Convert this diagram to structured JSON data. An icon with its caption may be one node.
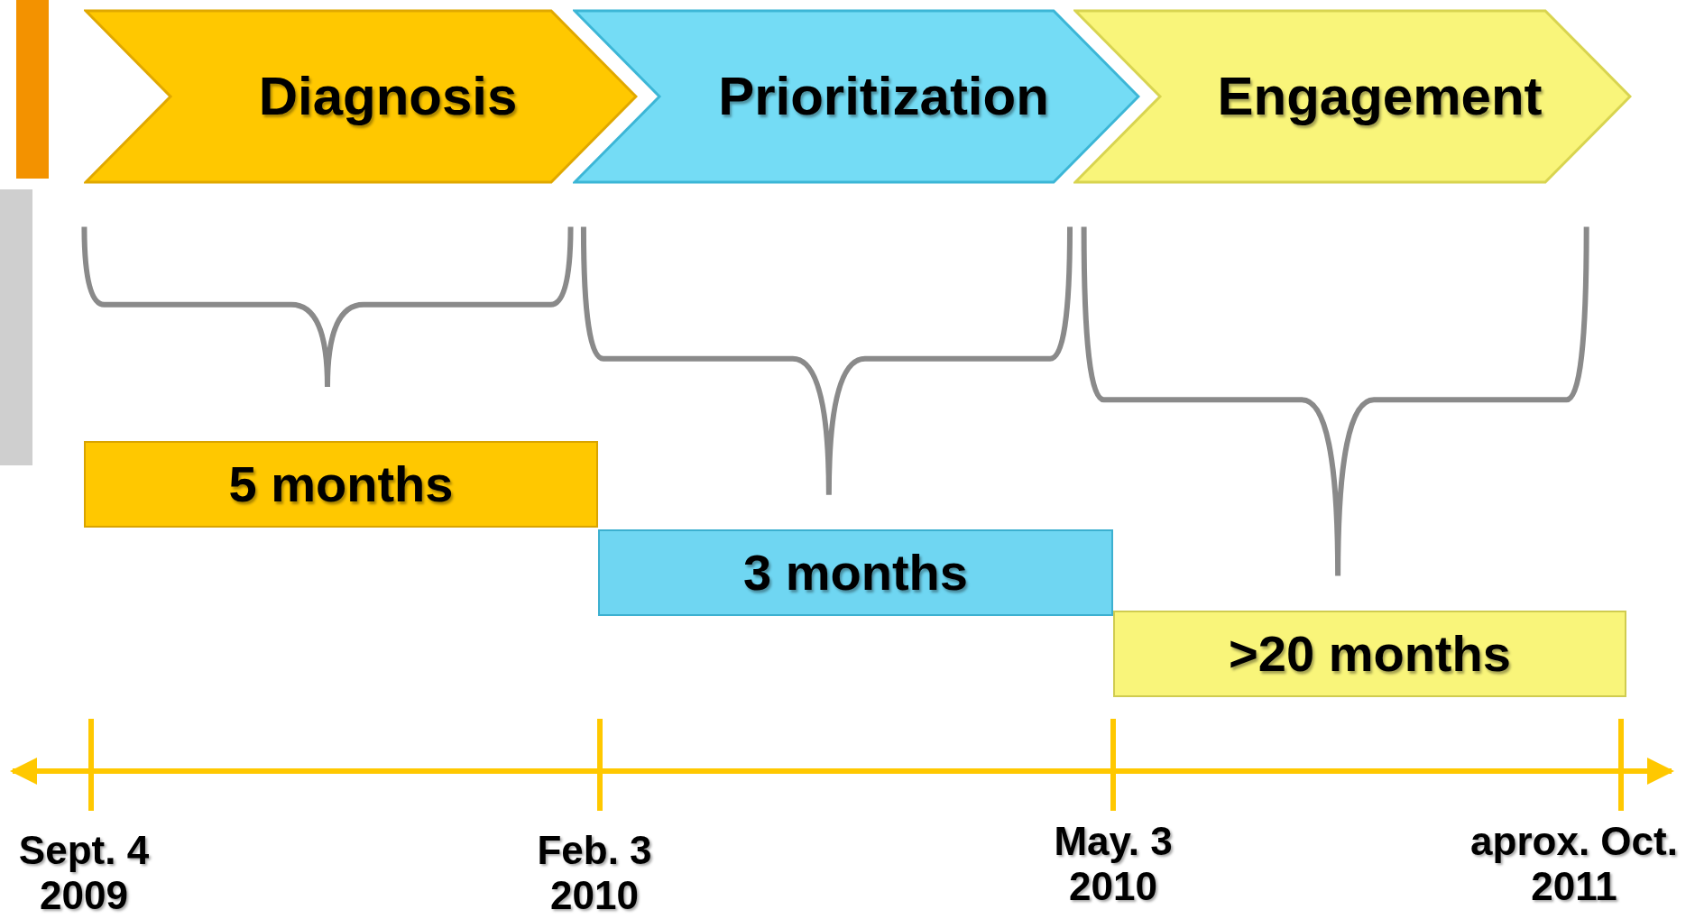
{
  "diagram": {
    "nodes": [
      {
        "text": [
          "Diagnosis"
        ]
      },
      {
        "text": [
          "Prioritization"
        ]
      },
      {
        "text": [
          "Engagement"
        ]
      },
      {
        "text": [
          "5 months"
        ]
      },
      {
        "text": [
          "3 months"
        ]
      },
      {
        "text": [
          ">20 months"
        ]
      }
    ],
    "labels": [
      "Sept. 4 2009",
      "Feb. 3 2010",
      "May. 3 2010",
      "aprox. Oct. 2011"
    ]
  }
}
